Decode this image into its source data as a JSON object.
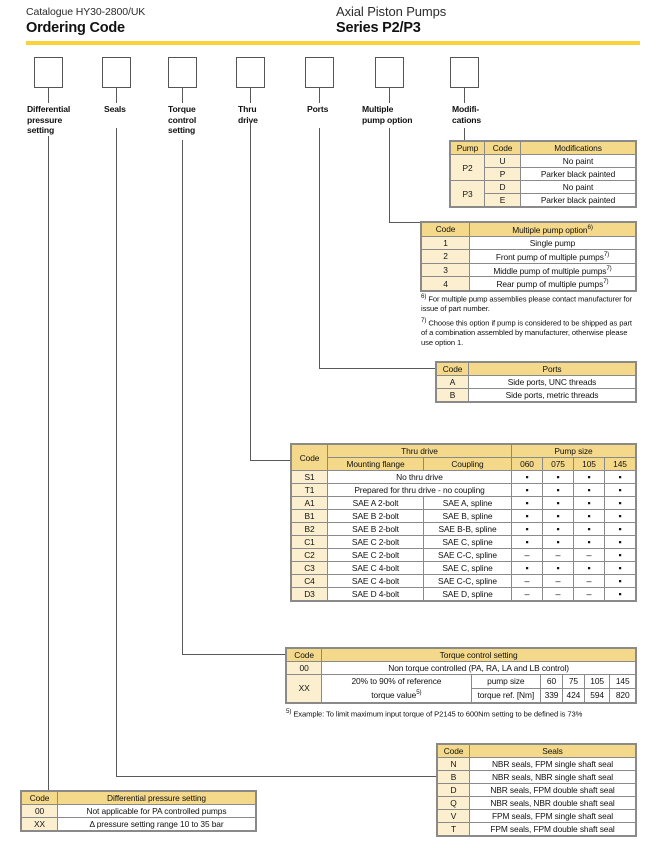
{
  "header": {
    "catalogue": "Catalogue HY30-2800/UK",
    "title": "Ordering Code",
    "product": "Axial Piston Pumps",
    "series": "Series P2/P3",
    "rule_color": "#F8D33C"
  },
  "code_boxes": [
    {
      "label": "Differential\npressure\nsetting",
      "x": 34
    },
    {
      "label": "Seals",
      "x": 102
    },
    {
      "label": "Torque\ncontrol\nsetting",
      "x": 168
    },
    {
      "label": "Thru\ndrive",
      "x": 236
    },
    {
      "label": "Ports",
      "x": 305
    },
    {
      "label": "Multiple\npump option",
      "x": 375
    },
    {
      "label": "Modifi-\ncations",
      "x": 450
    }
  ],
  "box_labels": {
    "differential": [
      "Differential",
      "pressure",
      "setting"
    ],
    "seals": [
      "Seals"
    ],
    "torque": [
      "Torque",
      "control",
      "setting"
    ],
    "thru": [
      "Thru",
      "drive"
    ],
    "ports": [
      "Ports"
    ],
    "multiple": [
      "Multiple",
      "pump option"
    ],
    "modifications": [
      "Modifi-",
      "cations"
    ]
  },
  "modifications_table": {
    "headers": [
      "Pump",
      "Code",
      "Modifications"
    ],
    "rows": [
      {
        "pump": "P2",
        "codes": [
          "U",
          "P"
        ],
        "values": [
          "No paint",
          "Parker black painted"
        ]
      },
      {
        "pump": "P3",
        "codes": [
          "D",
          "E"
        ],
        "values": [
          "No paint",
          "Parker black painted"
        ]
      }
    ]
  },
  "multiple_pump_table": {
    "headers": [
      "Code",
      "Multiple pump option"
    ],
    "header_sup": "6)",
    "rows": [
      {
        "code": "1",
        "value": "Single pump",
        "sup": ""
      },
      {
        "code": "2",
        "value": "Front pump of multiple pumps",
        "sup": "7)"
      },
      {
        "code": "3",
        "value": "Middle pump of multiple pumps",
        "sup": "7)"
      },
      {
        "code": "4",
        "value": "Rear pump of multiple pumps",
        "sup": "7)"
      }
    ],
    "footnotes": [
      {
        "mark": "6)",
        "text": "For multiple pump assemblies please contact manufacturer for issue of part number."
      },
      {
        "mark": "7)",
        "text": "Choose this option if pump is considered to be shipped as part of a combination assembled by manufacturer, otherwise please use option 1."
      }
    ]
  },
  "ports_table": {
    "headers": [
      "Code",
      "Ports"
    ],
    "rows": [
      {
        "code": "A",
        "value": "Side ports, UNC threads"
      },
      {
        "code": "B",
        "value": "Side ports, metric threads"
      }
    ]
  },
  "thru_drive_table": {
    "header_code": "Code",
    "header_group_thru": "Thru drive",
    "header_group_pump": "Pump size",
    "sub_headers": [
      "Mounting flange",
      "Coupling"
    ],
    "pump_sizes": [
      "060",
      "075",
      "105",
      "145"
    ],
    "marker_yes": "▪",
    "marker_no": "–",
    "rows": [
      {
        "code": "S1",
        "span": "No thru drive",
        "flange": "",
        "coupling": "",
        "sizes": [
          "y",
          "y",
          "y",
          "y"
        ]
      },
      {
        "code": "T1",
        "span": "Prepared for thru drive - no coupling",
        "flange": "",
        "coupling": "",
        "sizes": [
          "y",
          "y",
          "y",
          "y"
        ]
      },
      {
        "code": "A1",
        "span": "",
        "flange": "SAE A 2-bolt",
        "coupling": "SAE A, spline",
        "sizes": [
          "y",
          "y",
          "y",
          "y"
        ]
      },
      {
        "code": "B1",
        "span": "",
        "flange": "SAE B 2-bolt",
        "coupling": "SAE B, spline",
        "sizes": [
          "y",
          "y",
          "y",
          "y"
        ]
      },
      {
        "code": "B2",
        "span": "",
        "flange": "SAE B 2-bolt",
        "coupling": "SAE B-B, spline",
        "sizes": [
          "y",
          "y",
          "y",
          "y"
        ]
      },
      {
        "code": "C1",
        "span": "",
        "flange": "SAE C 2-bolt",
        "coupling": "SAE C, spline",
        "sizes": [
          "y",
          "y",
          "y",
          "y"
        ]
      },
      {
        "code": "C2",
        "span": "",
        "flange": "SAE C 2-bolt",
        "coupling": "SAE C-C, spline",
        "sizes": [
          "n",
          "n",
          "n",
          "y"
        ]
      },
      {
        "code": "C3",
        "span": "",
        "flange": "SAE C 4-bolt",
        "coupling": "SAE C, spline",
        "sizes": [
          "y",
          "y",
          "y",
          "y"
        ]
      },
      {
        "code": "C4",
        "span": "",
        "flange": "SAE C 4-bolt",
        "coupling": "SAE C-C, spline",
        "sizes": [
          "n",
          "n",
          "n",
          "y"
        ]
      },
      {
        "code": "D3",
        "span": "",
        "flange": "SAE D 4-bolt",
        "coupling": "SAE D, spline",
        "sizes": [
          "n",
          "n",
          "n",
          "y"
        ]
      }
    ]
  },
  "torque_table": {
    "headers": [
      "Code",
      "Torque control setting"
    ],
    "row_00": {
      "code": "00",
      "value": "Non torque controlled (PA, RA, LA and LB control)"
    },
    "row_xx": {
      "code": "XX",
      "label_line1": "20% to 90% of reference",
      "label_line2": "torque value",
      "label_sup": "5)",
      "sub_label_1": "pump size",
      "sub_label_2": "torque ref. [Nm]",
      "pump_sizes": [
        "60",
        "75",
        "105",
        "145"
      ],
      "torque_refs": [
        "339",
        "424",
        "594",
        "820"
      ]
    },
    "footnote": {
      "mark": "5)",
      "text": "Example: To limit maximum input torque of P2145 to 600Nm setting to be defined is 73%"
    }
  },
  "seals_table": {
    "headers": [
      "Code",
      "Seals"
    ],
    "rows": [
      {
        "code": "N",
        "value": "NBR seals, FPM single shaft seal"
      },
      {
        "code": "B",
        "value": "NBR seals, NBR single shaft seal"
      },
      {
        "code": "D",
        "value": "NBR seals, FPM double shaft seal"
      },
      {
        "code": "Q",
        "value": "NBR seals, NBR double shaft seal"
      },
      {
        "code": "V",
        "value": "FPM seals, FPM single shaft seal"
      },
      {
        "code": "T",
        "value": "FPM seals, FPM double shaft seal"
      }
    ]
  },
  "differential_table": {
    "headers": [
      "Code",
      "Differential pressure setting"
    ],
    "rows": [
      {
        "code": "00",
        "value": "Not applicable for PA controlled pumps"
      },
      {
        "code": "XX",
        "value": "Δ pressure setting range 10 to 35 bar"
      }
    ]
  }
}
